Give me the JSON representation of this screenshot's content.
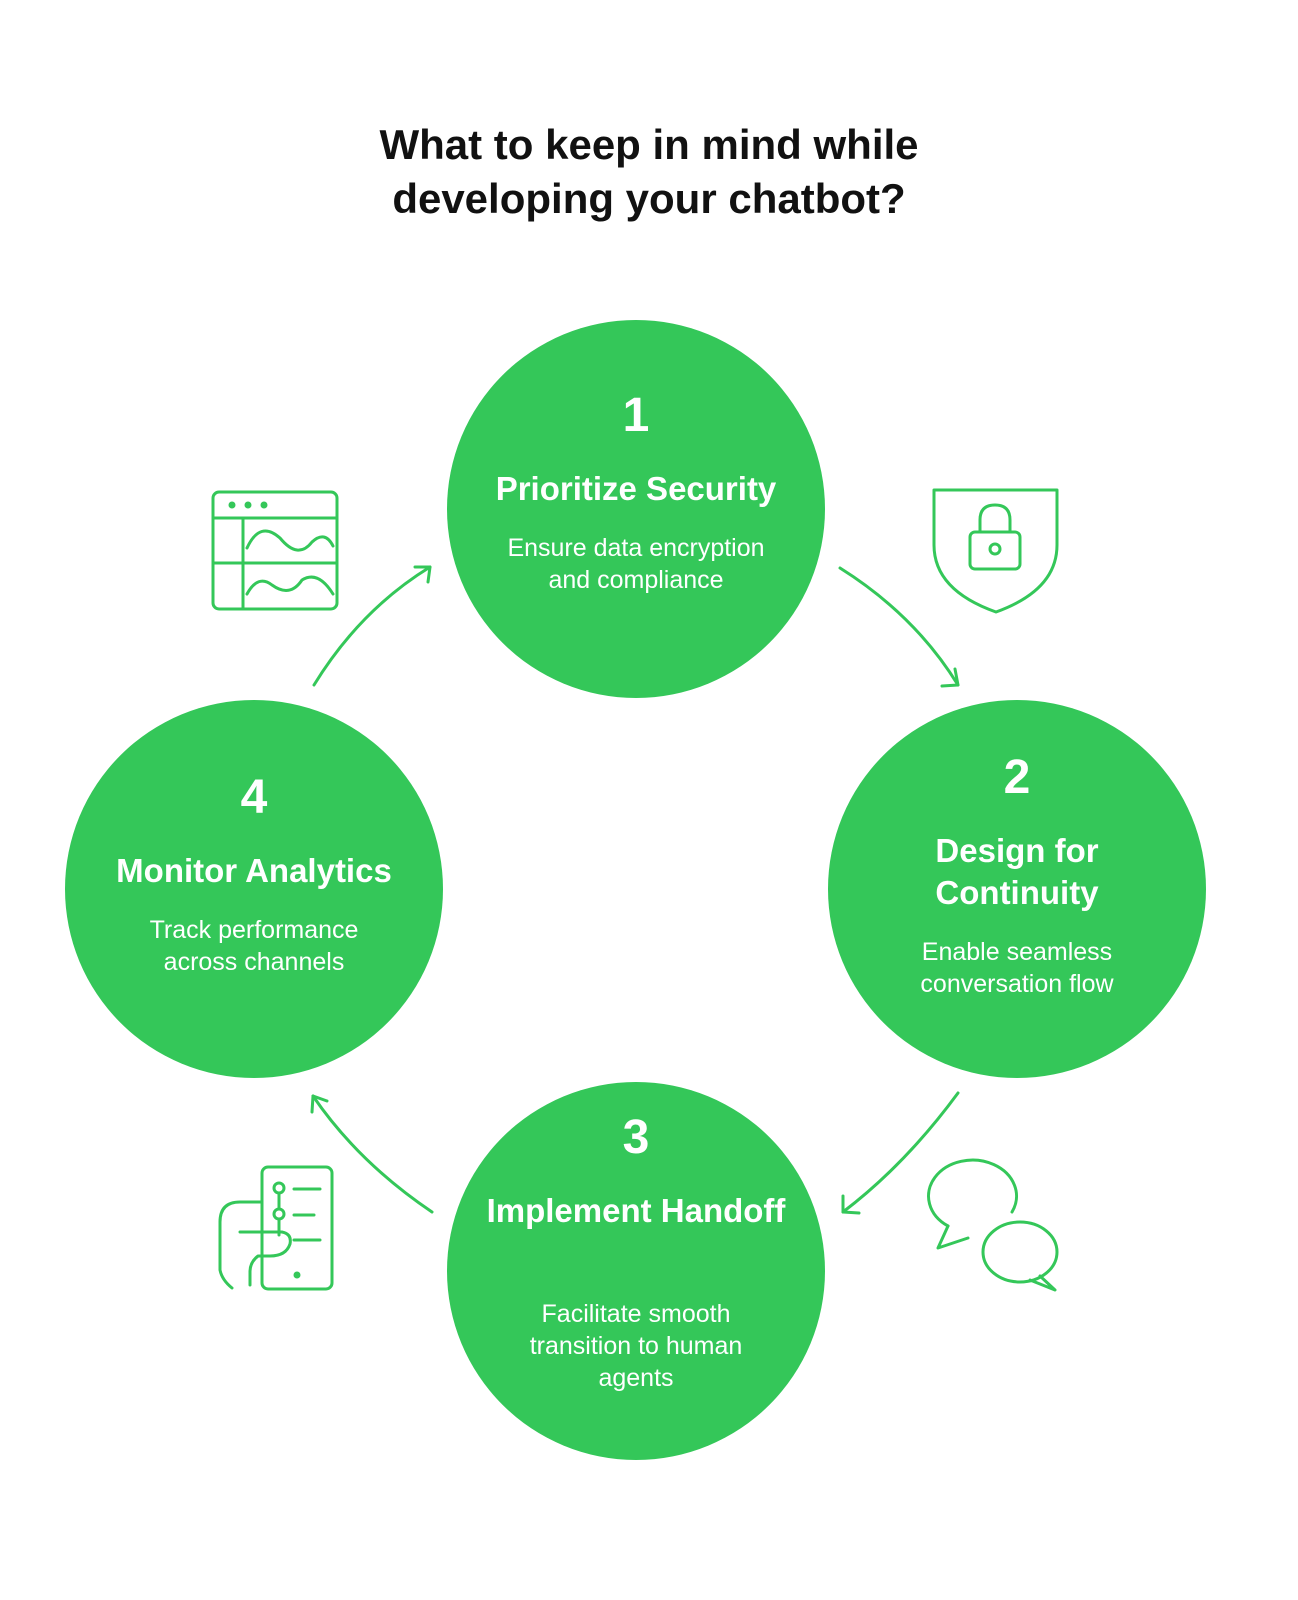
{
  "title": {
    "line1": "What to keep in mind while",
    "line2": "developing your chatbot?"
  },
  "colors": {
    "accent": "#34c759",
    "text_dark": "#111111",
    "text_on_accent": "#ffffff"
  },
  "steps": [
    {
      "number": "1",
      "heading": "Prioritize Security",
      "description": "Ensure data encryption and compliance",
      "icon": "shield-lock-icon"
    },
    {
      "number": "2",
      "heading": "Design for Continuity",
      "description": "Enable seamless conversation flow",
      "icon": "chat-bubbles-icon"
    },
    {
      "number": "3",
      "heading": "Implement Handoff",
      "description": "Facilitate smooth transition to human agents",
      "icon": "hand-phone-icon"
    },
    {
      "number": "4",
      "heading": "Monitor Analytics",
      "description": "Track performance across channels",
      "icon": "analytics-window-icon"
    }
  ]
}
